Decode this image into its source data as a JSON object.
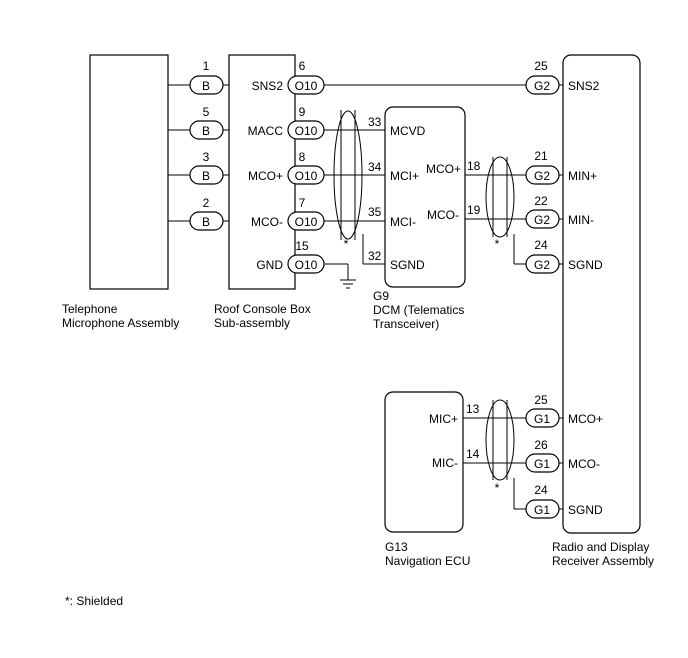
{
  "components": {
    "telephone_mic": {
      "name_line1": "Telephone",
      "name_line2": "Microphone Assembly"
    },
    "roof_console": {
      "name_line1": "Roof Console Box",
      "name_line2": "Sub-assembly"
    },
    "dcm": {
      "code": "G9",
      "name_line1": "DCM (Telematics",
      "name_line2": "Transceiver)"
    },
    "nav_ecu": {
      "code": "G13",
      "name_line1": "Navigation ECU"
    },
    "radio": {
      "name_line1": "Radio and Display",
      "name_line2": "Receiver Assembly"
    }
  },
  "connectors": {
    "b": "B",
    "o10": "O10",
    "g2": "G2",
    "g1": "G1"
  },
  "tel_pins": [
    {
      "pin": "1",
      "connector": "B"
    },
    {
      "pin": "5",
      "connector": "B"
    },
    {
      "pin": "3",
      "connector": "B"
    },
    {
      "pin": "2",
      "connector": "B"
    }
  ],
  "roof_pins": [
    {
      "label": "SNS2",
      "pin": "6",
      "connector": "O10"
    },
    {
      "label": "MACC",
      "pin": "9",
      "connector": "O10"
    },
    {
      "label": "MCO+",
      "pin": "8",
      "connector": "O10"
    },
    {
      "label": "MCO-",
      "pin": "7",
      "connector": "O10"
    },
    {
      "label": "GND",
      "pin": "15",
      "connector": "O10"
    }
  ],
  "dcm_left_pins": [
    {
      "pin": "33",
      "label": "MCVD"
    },
    {
      "pin": "34",
      "label": "MCI+"
    },
    {
      "pin": "35",
      "label": "MCI-"
    },
    {
      "pin": "32",
      "label": "SGND"
    }
  ],
  "dcm_right_pins": [
    {
      "label": "MCO+",
      "pin": "18"
    },
    {
      "label": "MCO-",
      "pin": "19"
    }
  ],
  "radio_pins": [
    {
      "pin": "25",
      "connector": "G2",
      "label": "SNS2"
    },
    {
      "pin": "21",
      "connector": "G2",
      "label": "MIN+"
    },
    {
      "pin": "22",
      "connector": "G2",
      "label": "MIN-"
    },
    {
      "pin": "24",
      "connector": "G2",
      "label": "SGND"
    },
    {
      "pin": "25",
      "connector": "G1",
      "label": "MCO+"
    },
    {
      "pin": "26",
      "connector": "G1",
      "label": "MCO-"
    },
    {
      "pin": "24",
      "connector": "G1",
      "label": "SGND"
    }
  ],
  "nav_pins": [
    {
      "label": "MIC+",
      "pin": "13"
    },
    {
      "label": "MIC-",
      "pin": "14"
    }
  ],
  "shield_marker": "*",
  "footnote": "*: Shielded"
}
